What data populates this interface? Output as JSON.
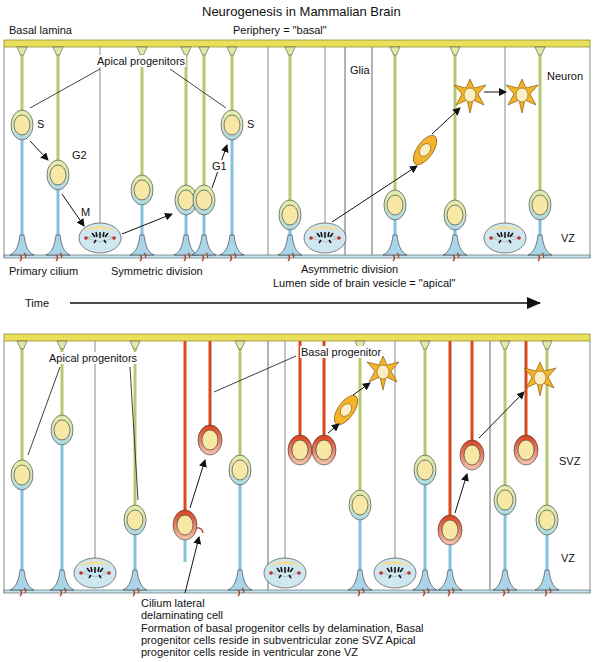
{
  "diagram": {
    "title": "Neurogenesis in Mammalian Brain",
    "caption": "Formation of basal progenitor cells by delamination, Basal progenitor cells reside in subventricular zone SVZ Apical progenitor cells reside in ventricular zone VZ",
    "labels": [
      "Basal lamina",
      "Periphery = \"basal\"",
      "Apical progenitors",
      "S",
      "G2",
      "M",
      "G1",
      "S",
      "Glia",
      "Neuron",
      "VZ",
      "Primary cilium",
      "Symmetric division",
      "Asymmetric division",
      "Lumen side of brain vesicle = \"apical\"",
      "Time",
      "Apical progenitors",
      "Basal progenitor",
      "SVZ",
      "VZ",
      "Cilium lateral delaminating cell"
    ]
  }
}
